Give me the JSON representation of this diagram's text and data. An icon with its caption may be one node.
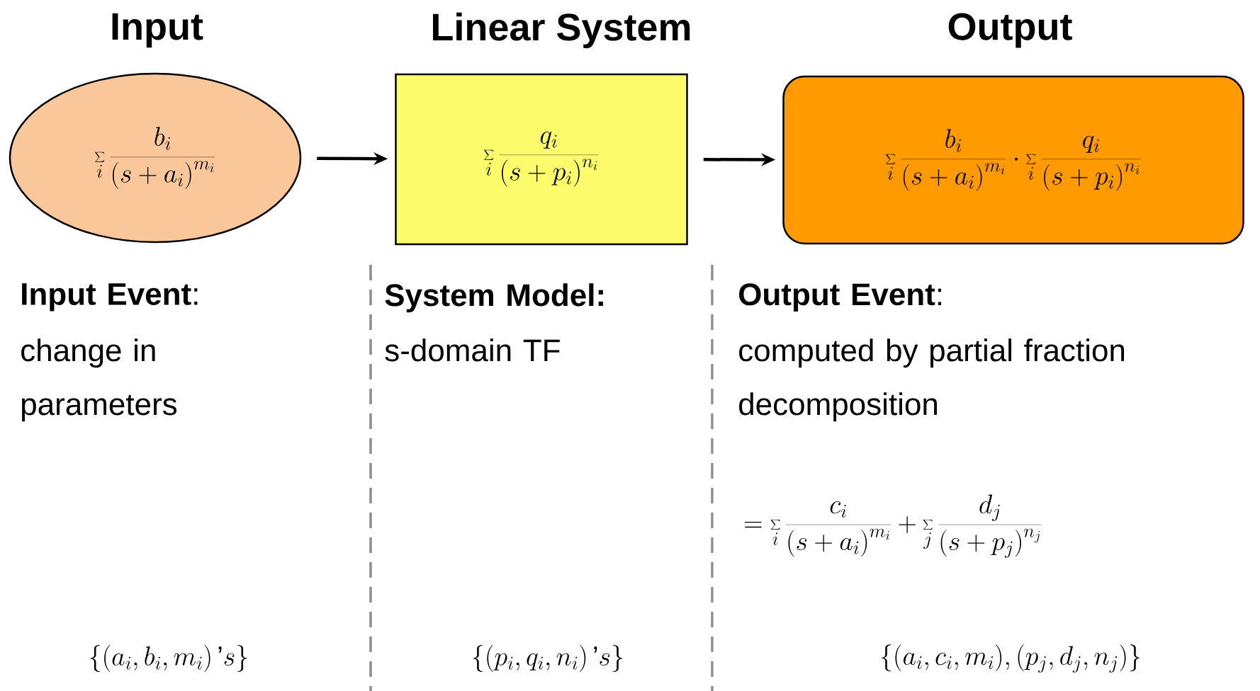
{
  "diagram": {
    "nodes": [
      {
        "text": [
          "Input",
          "\\sum_i \\frac{b_i}{\\left(s+a_i\\right)^{m_i}}"
        ]
      },
      {
        "text": [
          "Linear System",
          "\\sum_i \\frac{q_i}{\\left(s+p_i\\right)^{n_i}}"
        ]
      },
      {
        "text": [
          "Output",
          "\\sum_i \\frac{b_i}{\\left(s+a_i\\right)^{m_i}} \\cdot \\sum_i \\frac{q_i}{\\left(s+p_i\\right)^{n_i}}"
        ]
      }
    ],
    "edges": [
      {
        "from": 0,
        "to": 1,
        "arrow": "to"
      },
      {
        "from": 1,
        "to": 2,
        "arrow": "to"
      }
    ],
    "labels": [
      "**Input Event**:",
      "change in parameters",
      "System Model:",
      "s-domain TF",
      "**Output Event**:",
      "computed by partial fraction decomposition",
      "= \\sum_i \\frac{c_i}{\\left(s+a_i\\right)^{m_i}} + \\sum_j \\frac{d_j}{\\left(s+p_j\\right)^{n_j}}",
      "\\left\\{\\left(a_i,b_i,m_i\\right)\\mbox{'}s\\right\\}",
      "\\left\\{\\left(p_i,q_i,n_i\\right)\\mbox{'}s\\right\\}",
      "\\left\\{(a_i,c_i,m_i),(p_j,d_j,n_j)\\right\\}"
    ]
  }
}
